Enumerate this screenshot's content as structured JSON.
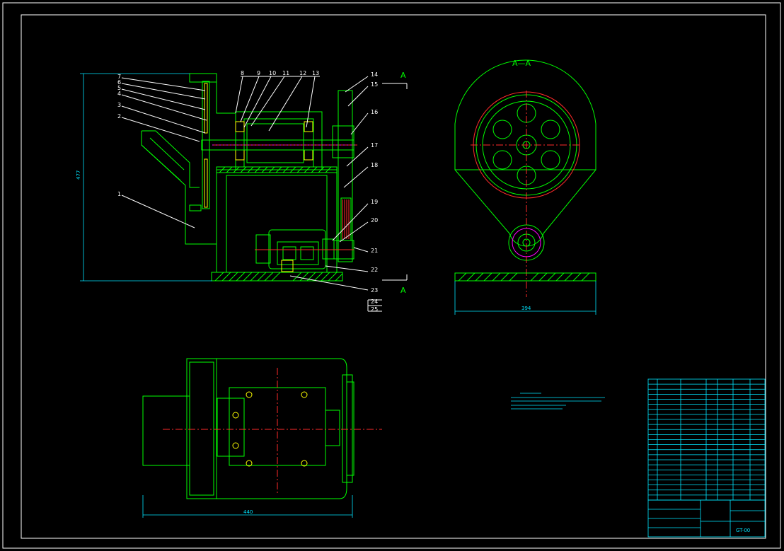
{
  "colors": {
    "background": "#000000",
    "frame": "#ffffff",
    "outline": "#00ff00",
    "centerline": "#ff2a2a",
    "dimension": "#00e5ff",
    "leader": "#ffffff",
    "hatch": "#00ff00"
  },
  "section_marker": {
    "letter_top": "A",
    "letter_bottom": "A"
  },
  "side_view_title": "A—A",
  "part_callouts": {
    "left": [
      "1",
      "2",
      "3",
      "4",
      "5",
      "6",
      "7"
    ],
    "top": [
      "8",
      "9",
      "10",
      "11",
      "12",
      "13"
    ],
    "right": [
      "14",
      "15",
      "16",
      "17",
      "18",
      "19",
      "20",
      "21",
      "22",
      "23",
      "24",
      "25"
    ]
  },
  "dimensions": {
    "front_height": "477",
    "side_width": "394",
    "top_length": "440"
  },
  "title_block": {
    "part_code": "GT-00"
  }
}
